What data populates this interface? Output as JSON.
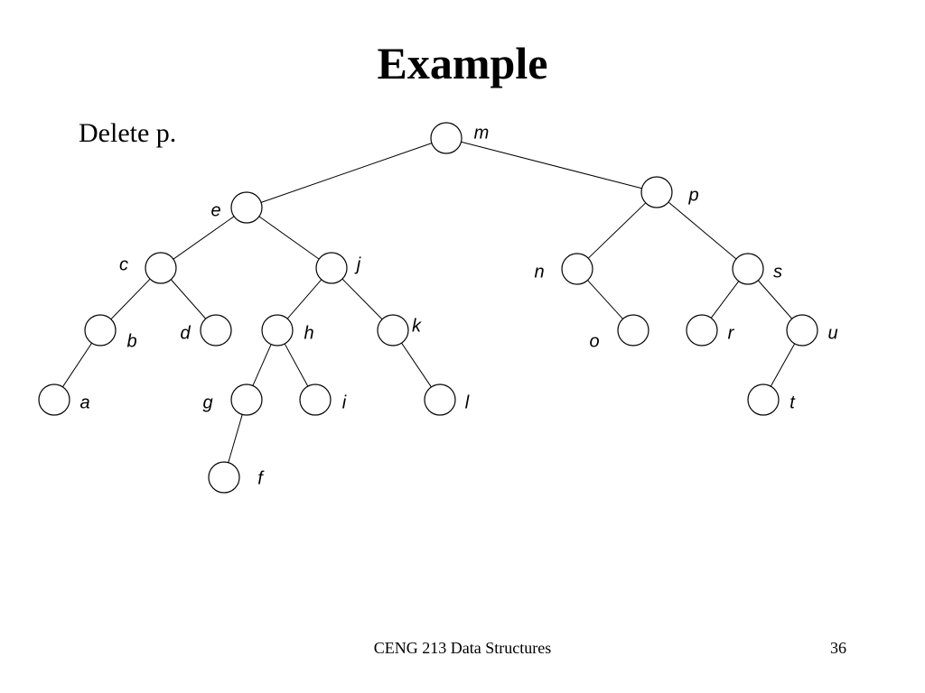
{
  "slide": {
    "title": "Example",
    "instruction": "Delete p.",
    "footer": {
      "course": "CENG 213 Data Structures",
      "page_number": "36"
    }
  },
  "tree": {
    "root": "m",
    "nodes": [
      {
        "key": "m",
        "parent": null
      },
      {
        "key": "e",
        "parent": "m"
      },
      {
        "key": "p",
        "parent": "m"
      },
      {
        "key": "c",
        "parent": "e"
      },
      {
        "key": "j",
        "parent": "e"
      },
      {
        "key": "b",
        "parent": "c"
      },
      {
        "key": "d",
        "parent": "c"
      },
      {
        "key": "a",
        "parent": "b"
      },
      {
        "key": "h",
        "parent": "j"
      },
      {
        "key": "k",
        "parent": "j"
      },
      {
        "key": "g",
        "parent": "h"
      },
      {
        "key": "i",
        "parent": "h"
      },
      {
        "key": "f",
        "parent": "g"
      },
      {
        "key": "l",
        "parent": "k"
      },
      {
        "key": "n",
        "parent": "p"
      },
      {
        "key": "s",
        "parent": "p"
      },
      {
        "key": "o",
        "parent": "n"
      },
      {
        "key": "r",
        "parent": "s"
      },
      {
        "key": "u",
        "parent": "s"
      },
      {
        "key": "t",
        "parent": "u"
      }
    ]
  }
}
